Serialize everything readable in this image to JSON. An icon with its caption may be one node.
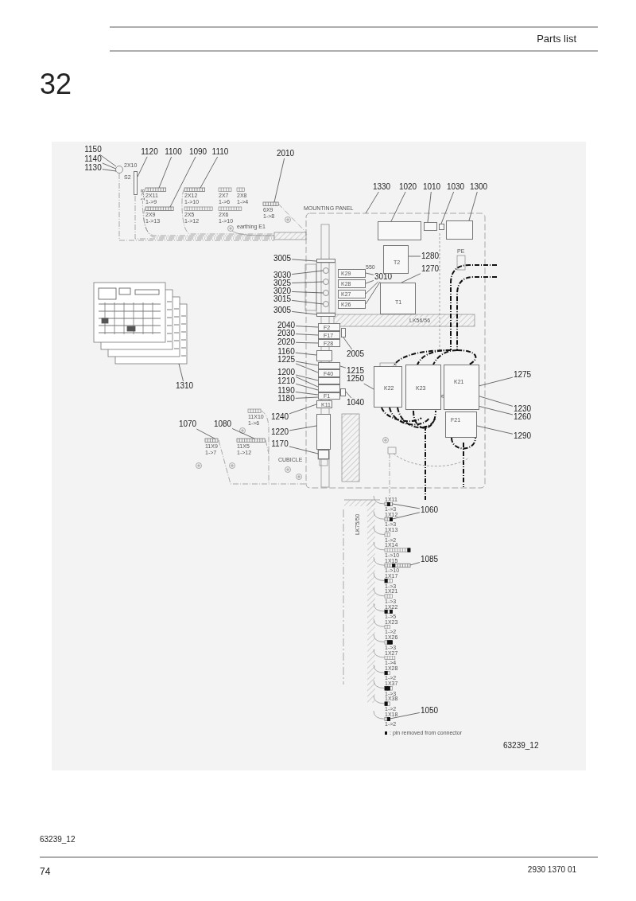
{
  "diagram": {
    "nodes": [
      {
        "text": [
          "1150"
        ]
      },
      {
        "text": [
          "1140"
        ]
      },
      {
        "text": [
          "1130"
        ]
      },
      {
        "text": [
          "1120"
        ]
      },
      {
        "text": [
          "1100"
        ]
      },
      {
        "text": [
          "1090"
        ]
      },
      {
        "text": [
          "1110"
        ]
      },
      {
        "text": [
          "2010"
        ]
      },
      {
        "text": [
          "1330"
        ]
      },
      {
        "text": [
          "1020"
        ]
      },
      {
        "text": [
          "1010"
        ]
      },
      {
        "text": [
          "1030"
        ]
      },
      {
        "text": [
          "1300"
        ]
      },
      {
        "text": [
          "1280"
        ]
      },
      {
        "text": [
          "1270"
        ]
      },
      {
        "text": [
          "3010"
        ]
      },
      {
        "text": [
          "3005"
        ]
      },
      {
        "text": [
          "3030"
        ]
      },
      {
        "text": [
          "3025"
        ]
      },
      {
        "text": [
          "3020"
        ]
      },
      {
        "text": [
          "3015"
        ]
      },
      {
        "text": [
          "3005"
        ]
      },
      {
        "text": [
          "2040"
        ]
      },
      {
        "text": [
          "2030"
        ]
      },
      {
        "text": [
          "2020"
        ]
      },
      {
        "text": [
          "1160"
        ]
      },
      {
        "text": [
          "2005"
        ]
      },
      {
        "text": [
          "1225"
        ]
      },
      {
        "text": [
          "1215"
        ]
      },
      {
        "text": [
          "1250"
        ]
      },
      {
        "text": [
          "1200"
        ]
      },
      {
        "text": [
          "1210"
        ]
      },
      {
        "text": [
          "1190"
        ]
      },
      {
        "text": [
          "1180"
        ]
      },
      {
        "text": [
          "1040"
        ]
      },
      {
        "text": [
          "1240"
        ]
      },
      {
        "text": [
          "1220"
        ]
      },
      {
        "text": [
          "1170"
        ]
      },
      {
        "text": [
          "1070"
        ]
      },
      {
        "text": [
          "1080"
        ]
      },
      {
        "text": [
          "1310"
        ]
      },
      {
        "text": [
          "1275"
        ]
      },
      {
        "text": [
          "1230"
        ]
      },
      {
        "text": [
          "1260"
        ]
      },
      {
        "text": [
          "1290"
        ]
      },
      {
        "text": [
          "1060"
        ]
      },
      {
        "text": [
          "1085"
        ]
      },
      {
        "text": [
          "1050"
        ]
      },
      {
        "text": [],
        "shape": "circle",
        "beside": [
          "S2"
        ]
      },
      {
        "text": [],
        "shape": "box",
        "beside": [
          "2X10",
          "1->8"
        ]
      },
      {
        "text": [],
        "shape": "box",
        "beside": [
          "2X11",
          "1->9"
        ]
      },
      {
        "text": [],
        "shape": "box",
        "beside": [
          "2X9",
          "1->13"
        ]
      },
      {
        "text": [],
        "shape": "box",
        "beside": [
          "2X12",
          "1->10"
        ]
      },
      {
        "text": [],
        "shape": "box",
        "beside": [
          "6X9",
          "1->8"
        ]
      },
      {
        "text": [],
        "shape": "box"
      },
      {
        "text": [],
        "shape": "box"
      },
      {
        "text": [],
        "shape": "box"
      },
      {
        "text": [],
        "shape": "box"
      },
      {
        "text": [
          "T2"
        ]
      },
      {
        "text": [
          "T1"
        ]
      },
      {
        "text": [
          "K29"
        ]
      },
      {
        "text": [
          "K28"
        ]
      },
      {
        "text": [
          "K27"
        ]
      },
      {
        "text": [
          "K26"
        ]
      },
      {
        "text": [],
        "shape": "circle"
      },
      {
        "text": [],
        "shape": "circle"
      },
      {
        "text": [],
        "shape": "circle"
      },
      {
        "text": [],
        "shape": "circle"
      },
      {
        "text": [],
        "shape": "box"
      },
      {
        "text": [],
        "shape": "box"
      },
      {
        "text": [
          "F2"
        ]
      },
      {
        "text": [
          "F17"
        ]
      },
      {
        "text": [
          "F28"
        ]
      },
      {
        "text": [],
        "shape": "box"
      },
      {
        "text": [],
        "shape": "box"
      },
      {
        "text": [],
        "shape": "box"
      },
      {
        "text": [
          "F40"
        ]
      },
      {
        "text": [],
        "shape": "box"
      },
      {
        "text": [],
        "shape": "box"
      },
      {
        "text": [
          "F1"
        ]
      },
      {
        "text": [],
        "shape": "box"
      },
      {
        "text": [
          "K22"
        ]
      },
      {
        "text": [
          "K11"
        ]
      },
      {
        "text": [],
        "shape": "box"
      },
      {
        "text": [],
        "shape": "box"
      },
      {
        "text": [],
        "shape": "box",
        "beside": [
          "11X9",
          "1->7"
        ]
      },
      {
        "text": [],
        "shape": "box",
        "beside": [
          "11X5",
          "1->12"
        ]
      },
      {
        "text": [],
        "shape": "picture"
      },
      {
        "text": [
          "K23"
        ]
      },
      {
        "text": [
          "K21"
        ]
      },
      {
        "text": [
          "F21"
        ]
      },
      {
        "text": [],
        "shape": "box",
        "beside": [
          "1X11",
          "1->3"
        ]
      },
      {
        "text": [],
        "shape": "box",
        "beside": [
          "1X12",
          "1->3"
        ]
      },
      {
        "text": [],
        "shape": "box",
        "beside": [
          "1X15",
          "1->10"
        ]
      },
      {
        "text": [],
        "shape": "box",
        "beside": [
          "1X18",
          "1->2"
        ]
      }
    ],
    "edges": [
      {
        "from": 0,
        "to": 48,
        "arrow": "none"
      },
      {
        "from": 1,
        "to": 48,
        "arrow": "none"
      },
      {
        "from": 2,
        "to": 48,
        "arrow": "none"
      },
      {
        "from": 3,
        "to": 49,
        "arrow": "none"
      },
      {
        "from": 4,
        "to": 50,
        "arrow": "none"
      },
      {
        "from": 5,
        "to": 51,
        "arrow": "none"
      },
      {
        "from": 6,
        "to": 52,
        "arrow": "none"
      },
      {
        "from": 7,
        "to": 53,
        "arrow": "none"
      },
      {
        "from": 8,
        "to": null,
        "arrow": "none"
      },
      {
        "from": 9,
        "to": 54,
        "arrow": "none"
      },
      {
        "from": 10,
        "to": 55,
        "arrow": "none"
      },
      {
        "from": 11,
        "to": 56,
        "arrow": "none"
      },
      {
        "from": 12,
        "to": 57,
        "arrow": "none"
      },
      {
        "from": 13,
        "to": 58,
        "arrow": "none"
      },
      {
        "from": 14,
        "to": 59,
        "arrow": "none"
      },
      {
        "from": 15,
        "to": 60,
        "arrow": "none"
      },
      {
        "from": 15,
        "to": 61,
        "arrow": "none"
      },
      {
        "from": 15,
        "to": 62,
        "arrow": "none"
      },
      {
        "from": 15,
        "to": 63,
        "arrow": "none"
      },
      {
        "from": 16,
        "to": 68,
        "arrow": "none"
      },
      {
        "from": 17,
        "to": 64,
        "arrow": "none"
      },
      {
        "from": 18,
        "to": 65,
        "arrow": "none"
      },
      {
        "from": 19,
        "to": 66,
        "arrow": "none"
      },
      {
        "from": 20,
        "to": 67,
        "arrow": "none"
      },
      {
        "from": 21,
        "to": 69,
        "arrow": "none"
      },
      {
        "from": 22,
        "to": 70,
        "arrow": "none"
      },
      {
        "from": 23,
        "to": 71,
        "arrow": "none"
      },
      {
        "from": 24,
        "to": 72,
        "arrow": "none"
      },
      {
        "from": 25,
        "to": 73,
        "arrow": "none"
      },
      {
        "from": 26,
        "to": 74,
        "arrow": "none"
      },
      {
        "from": 27,
        "to": 75,
        "arrow": "none"
      },
      {
        "from": 27,
        "to": 76,
        "arrow": "none"
      },
      {
        "from": 28,
        "to": 75,
        "arrow": "none"
      },
      {
        "from": 29,
        "to": 81,
        "arrow": "none"
      },
      {
        "from": 30,
        "to": 77,
        "arrow": "none"
      },
      {
        "from": 30,
        "to": 78,
        "arrow": "none"
      },
      {
        "from": 31,
        "to": 78,
        "arrow": "none"
      },
      {
        "from": 32,
        "to": 79,
        "arrow": "none"
      },
      {
        "from": 33,
        "to": 79,
        "arrow": "none"
      },
      {
        "from": 34,
        "to": 80,
        "arrow": "none"
      },
      {
        "from": 35,
        "to": 82,
        "arrow": "none"
      },
      {
        "from": 36,
        "to": 83,
        "arrow": "none"
      },
      {
        "from": 37,
        "to": 84,
        "arrow": "none"
      },
      {
        "from": 38,
        "to": 85,
        "arrow": "none"
      },
      {
        "from": 39,
        "to": 86,
        "arrow": "none"
      },
      {
        "from": 40,
        "to": 87,
        "arrow": "none"
      },
      {
        "from": 41,
        "to": 88,
        "arrow": "none"
      },
      {
        "from": 42,
        "to": 89,
        "arrow": "none"
      },
      {
        "from": 43,
        "to": 88,
        "arrow": "none"
      },
      {
        "from": 44,
        "to": 90,
        "arrow": "none"
      },
      {
        "from": 45,
        "to": 91,
        "arrow": "none"
      },
      {
        "from": 45,
        "to": 92,
        "arrow": "none"
      },
      {
        "from": 46,
        "to": 93,
        "arrow": "none"
      },
      {
        "from": 47,
        "to": 94,
        "arrow": "none"
      }
    ],
    "labels": [
      "Parts list",
      "32",
      "2X7",
      "1->6",
      "2X8",
      "1->4",
      "2X5",
      "1->12",
      "2X6",
      "1->10",
      "earthing E1",
      "MOUNTING PANEL",
      "PE",
      "550",
      "LK56/56",
      "11X10",
      "1->6",
      "CUBICLE",
      "LK75/50",
      "1X13",
      "1->2",
      "1X14",
      "1->10",
      "1X17",
      "1->3",
      "1X21",
      "1->3",
      "1X22",
      "1->5",
      "1X23",
      "1->2",
      "1X26",
      "1->3",
      "1X27",
      "1->4",
      "1X28",
      "1->2",
      "1X37",
      "1->3",
      "1X38",
      "1->2",
      "63239_12",
      "63239_12",
      "74",
      "2930 1370 01"
    ],
    "legend": [
      {
        "text": ": pin removed from connector"
      }
    ]
  }
}
